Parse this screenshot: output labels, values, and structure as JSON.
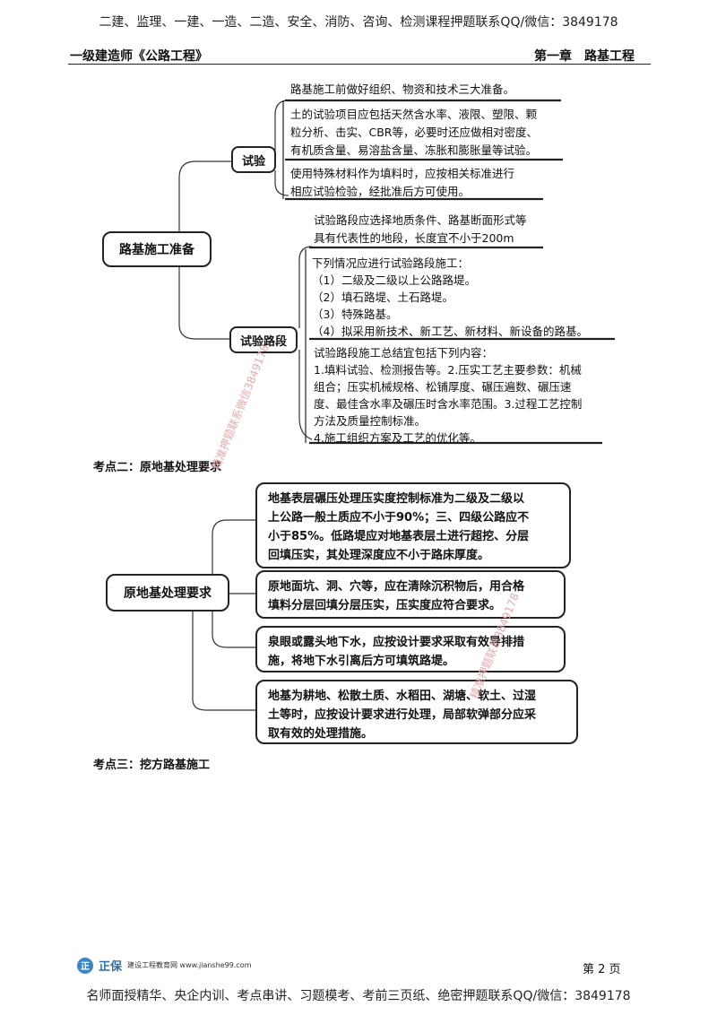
{
  "banner": {
    "top": "二建、监理、一建、一造、二造、安全、消防、咨询、检测课程押题联系QQ/微信：3849178",
    "bottom": "名师面授精华、央企内训、考点串讲、习题模考、考前三页纸、绝密押题联系QQ/微信：3849178"
  },
  "header": {
    "left": "一级建造师《公路工程》",
    "right": "第一章　路基工程"
  },
  "section1": {
    "root": "路基施工准备",
    "branch_test": "试验",
    "branch_road": "试验路段",
    "test_items": [
      [
        "路基施工前做好组织、物资和技术三大准备。"
      ],
      [
        "土的试验项目应包括天然含水率、液限、塑限、颗",
        "粒分析、击实、CBR等，必要时还应做相对密度、",
        "有机质含量、易溶盐含量、冻胀和膨胀量等试验。"
      ],
      [
        "使用特殊材料作为填料时，应按相关标准进行",
        "相应试验检验，经批准后方可使用。"
      ]
    ],
    "road_items": [
      [
        "试验路段应选择地质条件、路基断面形式等",
        "具有代表性的地段，长度宜不小于200m"
      ],
      [
        "下列情况应进行试验路段施工：",
        "（1）二级及二级以上公路路堤。",
        "（2）填石路堤、土石路堤。",
        "（3）特殊路基。",
        "（4）拟采用新技术、新工艺、新材料、新设备的路基。"
      ],
      [
        "试验路段施工总结宜包括下列内容：",
        "1.填料试验、检测报告等。2.压实工艺主要参数：机械",
        "组合；压实机械规格、松铺厚度、碾压遍数、碾压速",
        "度、最佳含水率及碾压时含水率范围。3.过程工艺控制",
        "方法及质量控制标准。",
        "4.施工组织方案及工艺的优化等。"
      ]
    ]
  },
  "kpoint2": "考点二：原地基处理要求",
  "section2": {
    "root": "原地基处理要求",
    "items": [
      [
        "地基表层碾压处理压实度控制标准为二级及二级以",
        "上公路一般土质应不小于90%；三、四级公路应不",
        "小于85%。低路堤应对地基表层土进行超挖、分层",
        "回填压实，其处理深度应不小于路床厚度。"
      ],
      [
        "原地面坑、洞、穴等，应在清除沉积物后，用合格",
        "填料分层回填分层压实，压实度应符合要求。"
      ],
      [
        "泉眼或露头地下水，应按设计要求采取有效导排措",
        "施，将地下水引离后方可填筑路堤。"
      ],
      [
        "地基为耕地、松散土质、水稻田、湖塘、软土、过湿",
        "土等时，应按设计要求进行处理，局部软弹部分应采",
        "取有效的处理措施。"
      ]
    ]
  },
  "kpoint3": "考点三：挖方路基施工",
  "footer": {
    "logo_text": "正",
    "brand": "正保",
    "brand_sub": "建设工程教育网 www.jianshe99.com",
    "page": "第 2 页"
  },
  "watermarks": [
    "精准押题联系微信3849178",
    "精准押题联系3849178"
  ],
  "colors": {
    "watermark": "#e8a8a8",
    "brand": "#2d6fb0"
  }
}
